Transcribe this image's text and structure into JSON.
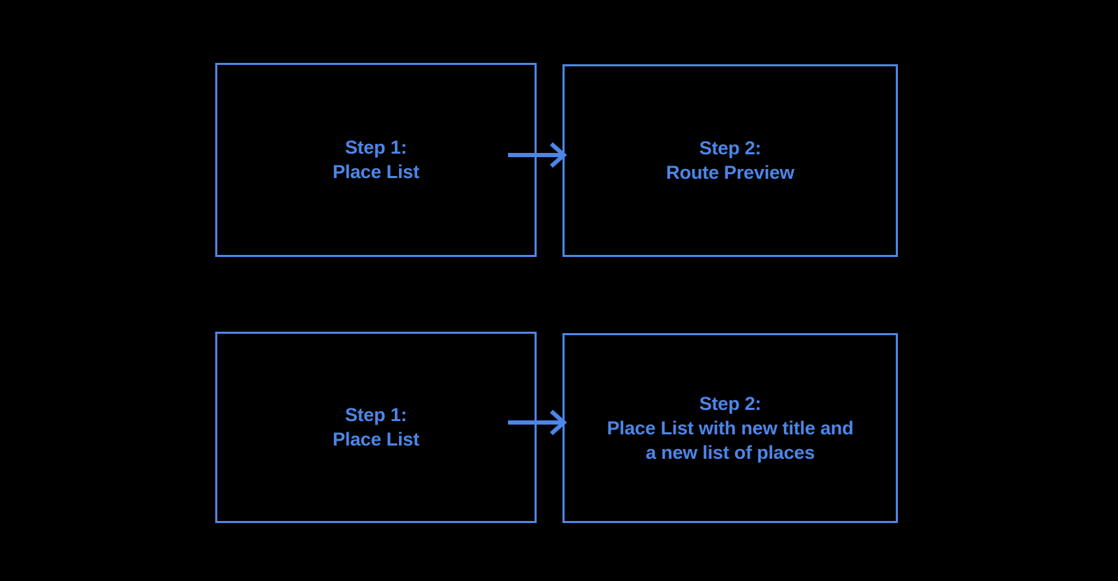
{
  "diagram": {
    "background_color": "#000000",
    "accent_color": "#4d86e8",
    "rows": [
      {
        "id": "row-top",
        "left_node": {
          "label": "Step 1:\nPlace List",
          "name": "step-1-place-list"
        },
        "connector": {
          "name": "arrow-right-icon",
          "direction": "right"
        },
        "right_node": {
          "label": "Step 2:\nRoute Preview",
          "name": "step-2-route-preview"
        }
      },
      {
        "id": "row-bottom",
        "left_node": {
          "label": "Step 1:\nPlace List",
          "name": "step-1-place-list"
        },
        "connector": {
          "name": "arrow-right-icon",
          "direction": "right"
        },
        "right_node": {
          "label": "Step 2:\nPlace List with new title and\na new list of places",
          "name": "step-2-place-list-updated"
        }
      }
    ]
  }
}
